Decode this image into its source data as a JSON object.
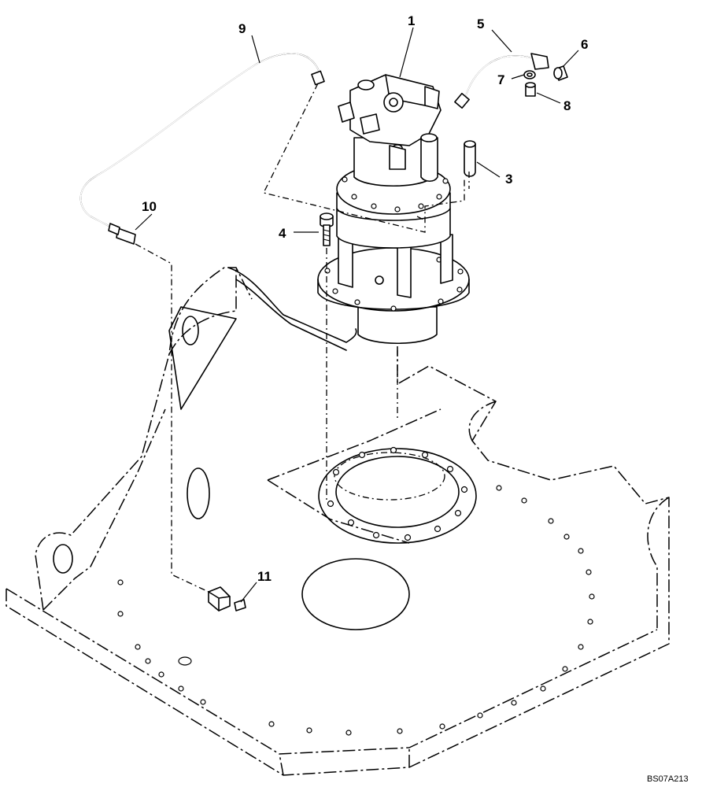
{
  "diagram": {
    "callouts": [
      {
        "id": "1",
        "label": "1"
      },
      {
        "id": "3",
        "label": "3"
      },
      {
        "id": "4",
        "label": "4"
      },
      {
        "id": "5",
        "label": "5"
      },
      {
        "id": "6",
        "label": "6"
      },
      {
        "id": "7",
        "label": "7"
      },
      {
        "id": "8",
        "label": "8"
      },
      {
        "id": "9",
        "label": "9"
      },
      {
        "id": "10",
        "label": "10"
      },
      {
        "id": "11",
        "label": "11"
      }
    ],
    "drawing_code": "BS07A213"
  }
}
